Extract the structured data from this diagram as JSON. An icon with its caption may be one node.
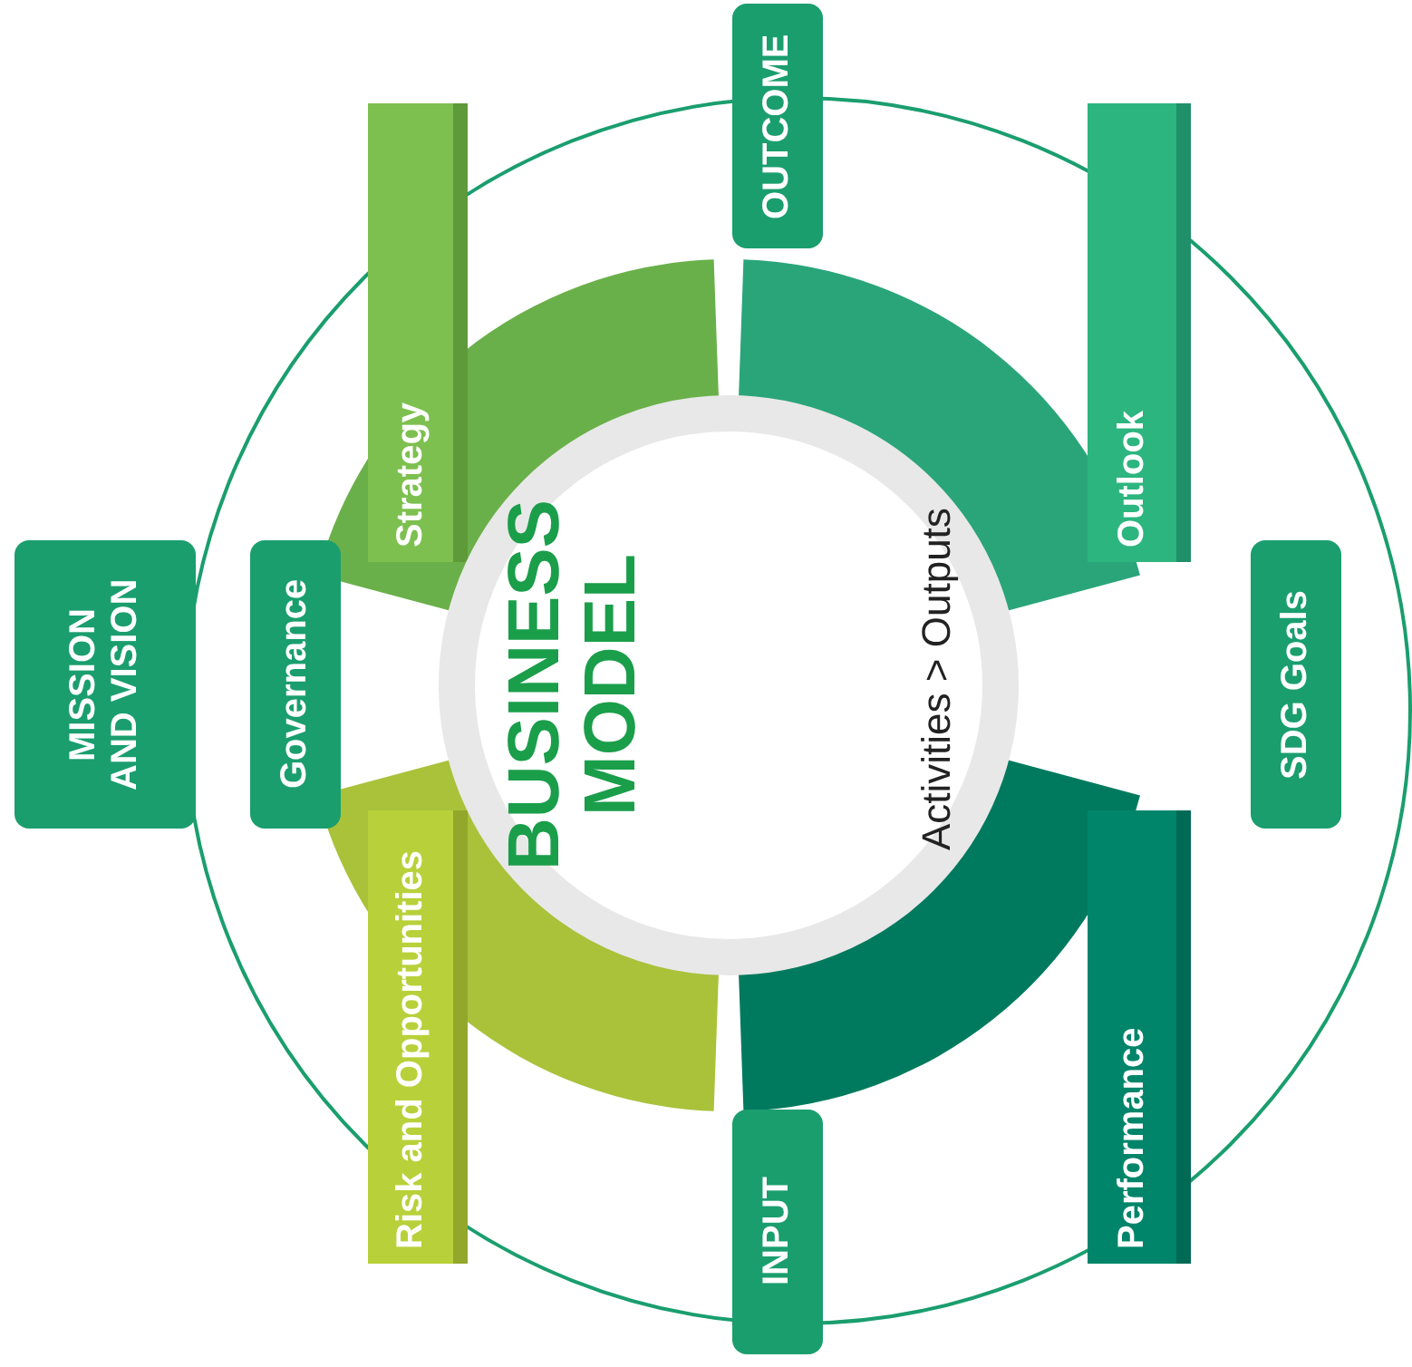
{
  "diagram": {
    "nodes": [
      {
        "text": [
          "OUTCOME"
        ]
      },
      {
        "text": [
          "Strategy"
        ]
      },
      {
        "text": [
          "Outlook"
        ]
      },
      {
        "text": [
          "MISSION AND VISION"
        ]
      },
      {
        "text": [
          "Governance"
        ]
      },
      {
        "text": [
          "BUSINESS MODEL",
          "Activities > Outputs"
        ]
      },
      {
        "text": [
          "SDG Goals"
        ]
      },
      {
        "text": [
          "Risk and Opportunities"
        ]
      },
      {
        "text": [
          "Performance"
        ]
      },
      {
        "text": [
          "INPUT"
        ]
      }
    ]
  }
}
